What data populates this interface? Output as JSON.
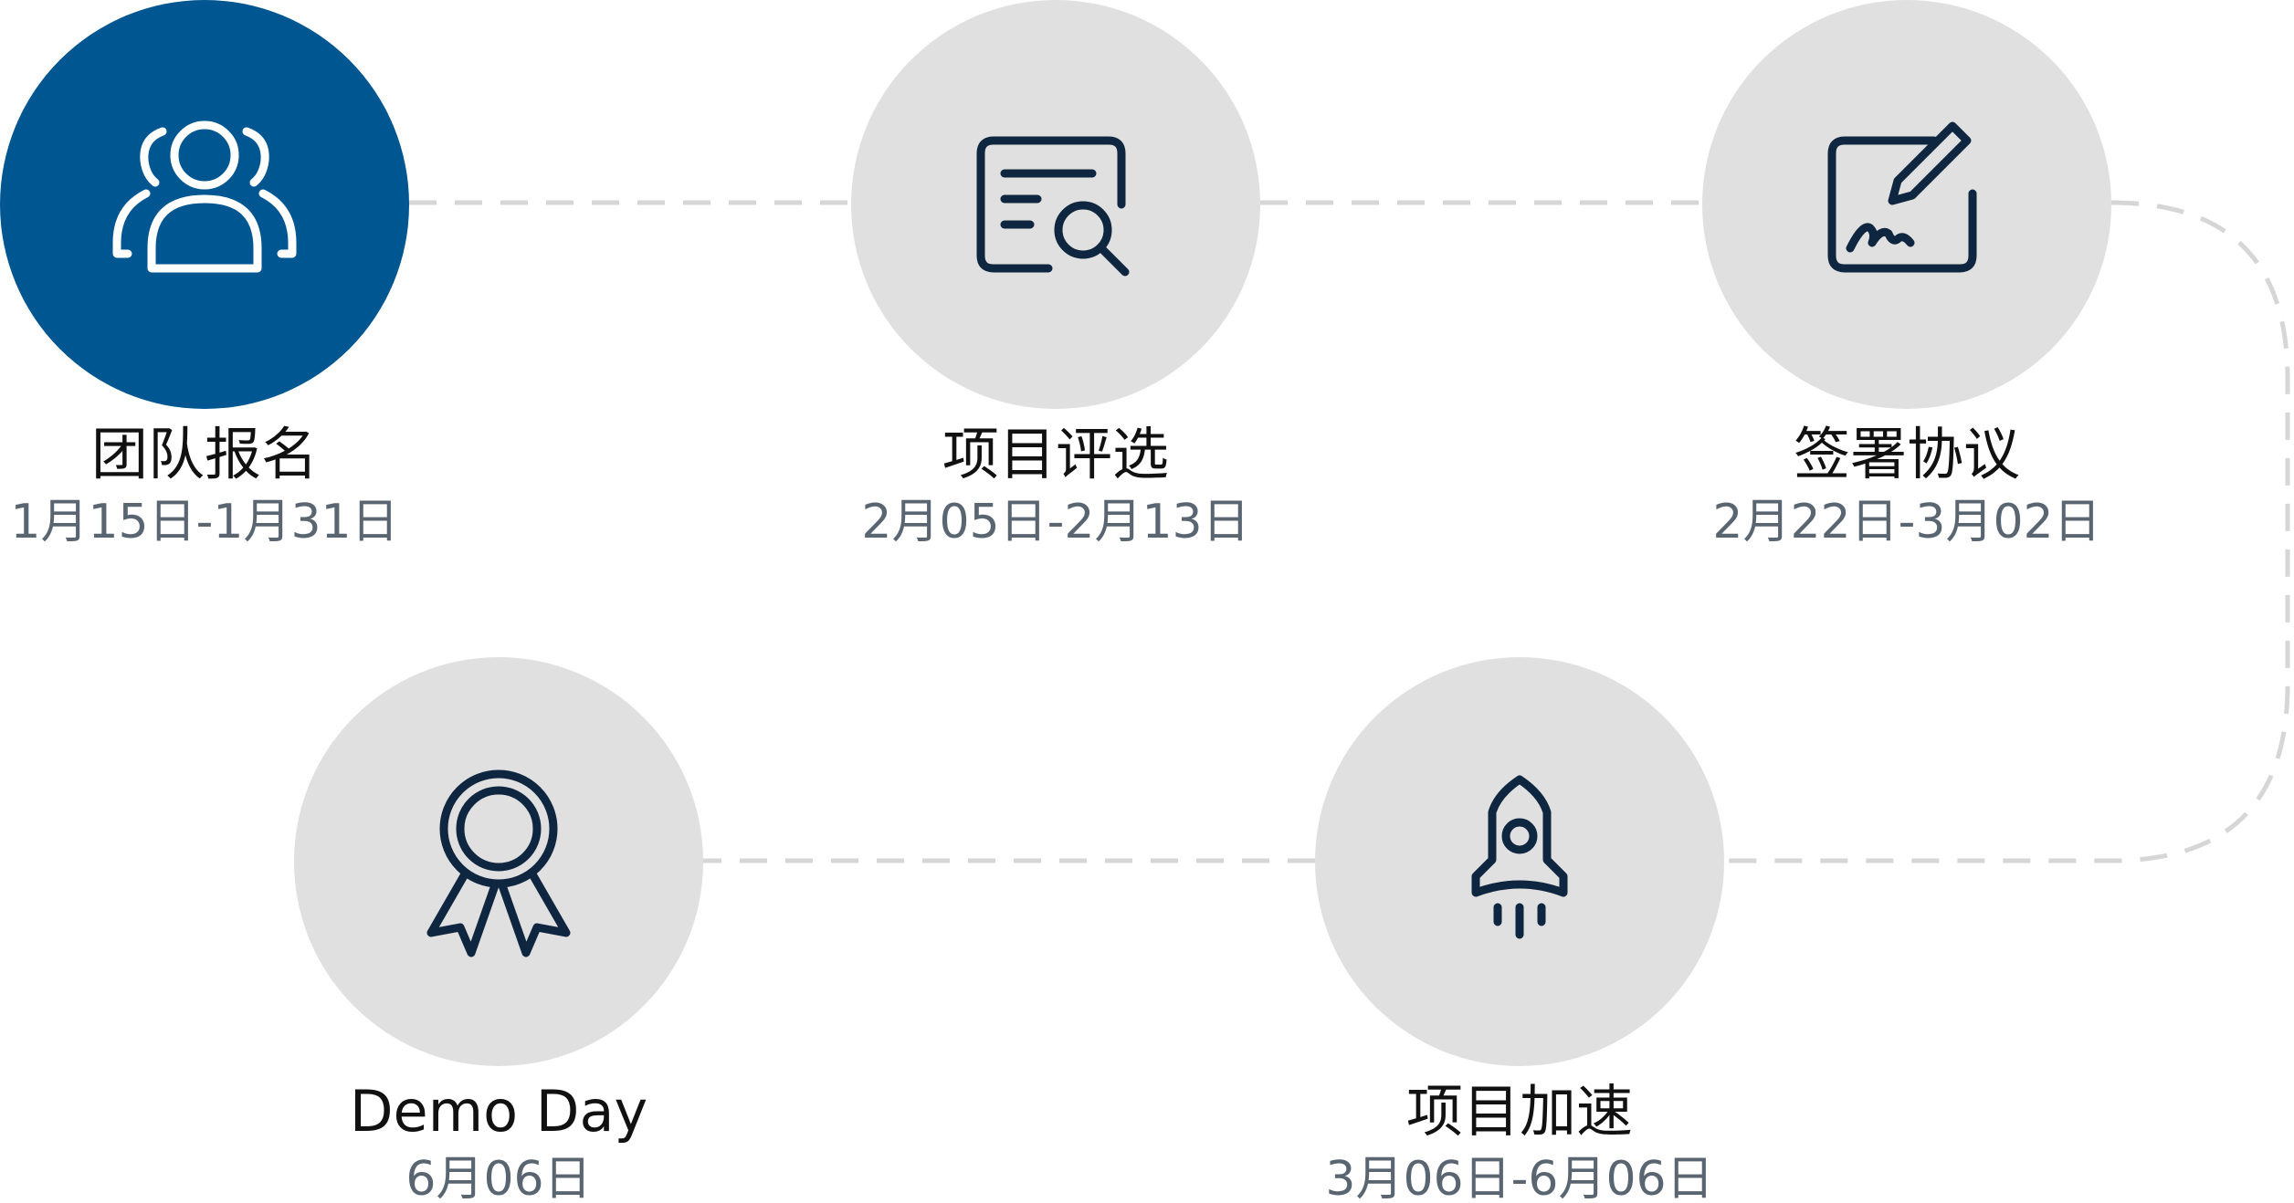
{
  "colors": {
    "active_fill": "#005691",
    "inactive_fill": "#e0e0e0",
    "icon_dark": "#0f2640",
    "icon_light": "#ffffff",
    "connector": "#d6d6d6"
  },
  "steps": [
    {
      "title": "团队报名",
      "date": "1月15日-1月31日",
      "icon": "team-icon",
      "state": "active"
    },
    {
      "title": "项目评选",
      "date": "2月05日-2月13日",
      "icon": "document-search-icon",
      "state": "inactive"
    },
    {
      "title": "签署协议",
      "date": "2月22日-3月02日",
      "icon": "sign-agreement-icon",
      "state": "inactive"
    },
    {
      "title": "项目加速",
      "date": "3月06日-6月06日",
      "icon": "rocket-icon",
      "state": "inactive"
    },
    {
      "title": "Demo Day",
      "date": "6月06日",
      "icon": "award-icon",
      "state": "inactive"
    }
  ]
}
